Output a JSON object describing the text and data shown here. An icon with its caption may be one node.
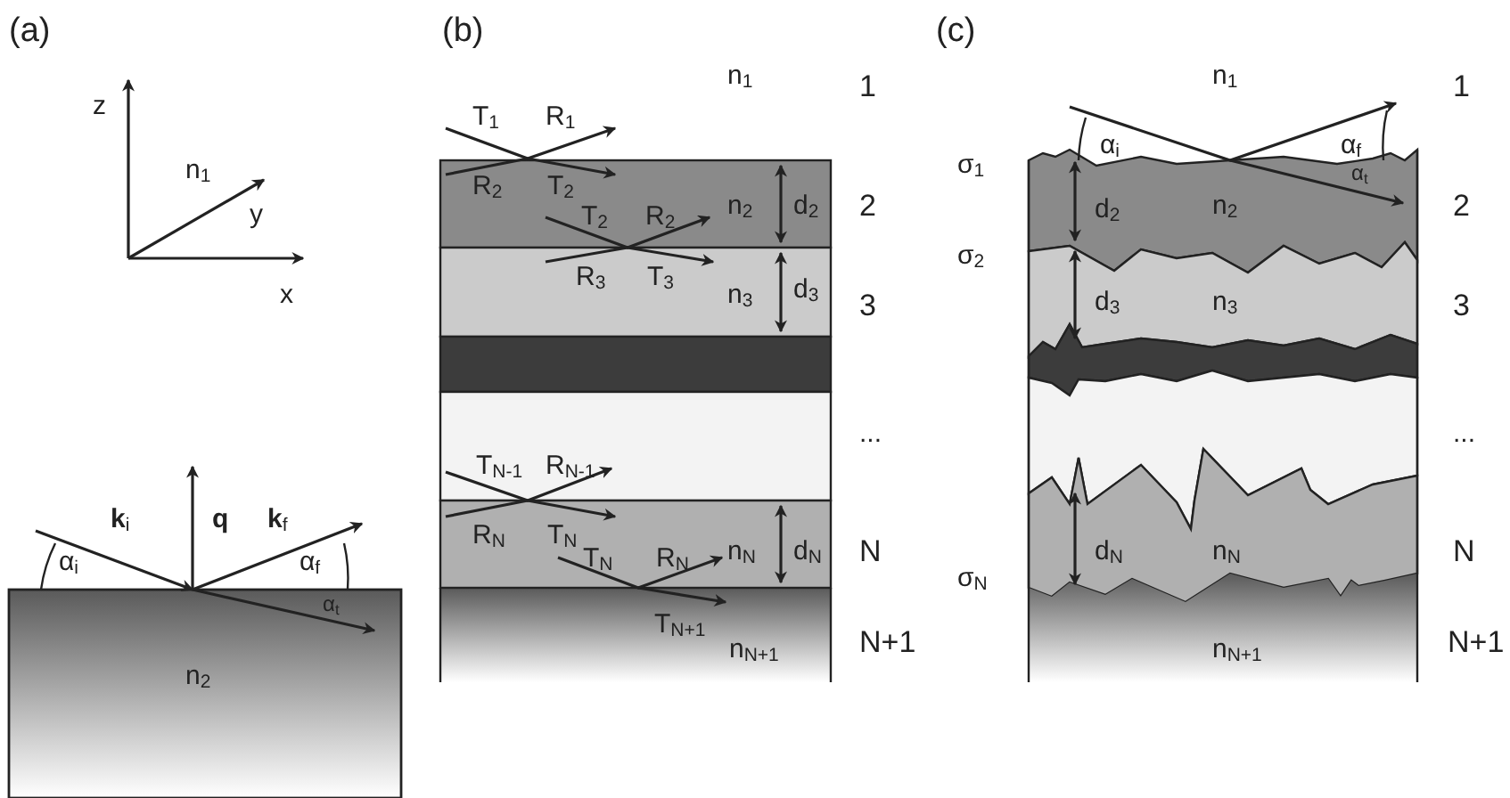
{
  "diagram": {
    "labels": [
      "(a)",
      "z",
      "y",
      "x",
      "n$_{1}$",
      "**k**$_{i}$",
      "q",
      "**k**$_{f}$",
      "α$_{i}$",
      "α$_{f}$",
      "α$_{t}$",
      "n$_{2}$",
      "(b)",
      "n$_{1}$",
      "1",
      "T$_{1}$",
      "R$_{1}$",
      "R$_{2}$",
      "T$_{2}$",
      "T$_{2}$",
      "R$_{2}$",
      "n$_{2}$",
      "d$_{2}$",
      "2",
      "R$_{3}$",
      "T$_{3}$",
      "n$_{3}$",
      "d$_{3}$",
      "3",
      "...",
      "T$_{N-1}$",
      "R$_{N-1}$",
      "R$_{N}$",
      "T$_{N}$",
      "T$_{N}$",
      "R$_{N}$",
      "n$_{N}$",
      "d$_{N}$",
      "N",
      "T$_{N+1}$",
      "n$_{N+1}$",
      "N+1",
      "(c)",
      "n$_{1}$",
      "1",
      "α$_{i}$",
      "α$_{f}$",
      "σ$_{1}$",
      "α$_{t}$",
      "d$_{2}$",
      "n$_{2}$",
      "2",
      "σ$_{2}$",
      "d$_{3}$",
      "n$_{3}$",
      "3",
      "...",
      "d$_{N}$",
      "n$_{N}$",
      "N",
      "σ$_{N}$",
      "n$_{N+1}$",
      "N+1"
    ]
  }
}
